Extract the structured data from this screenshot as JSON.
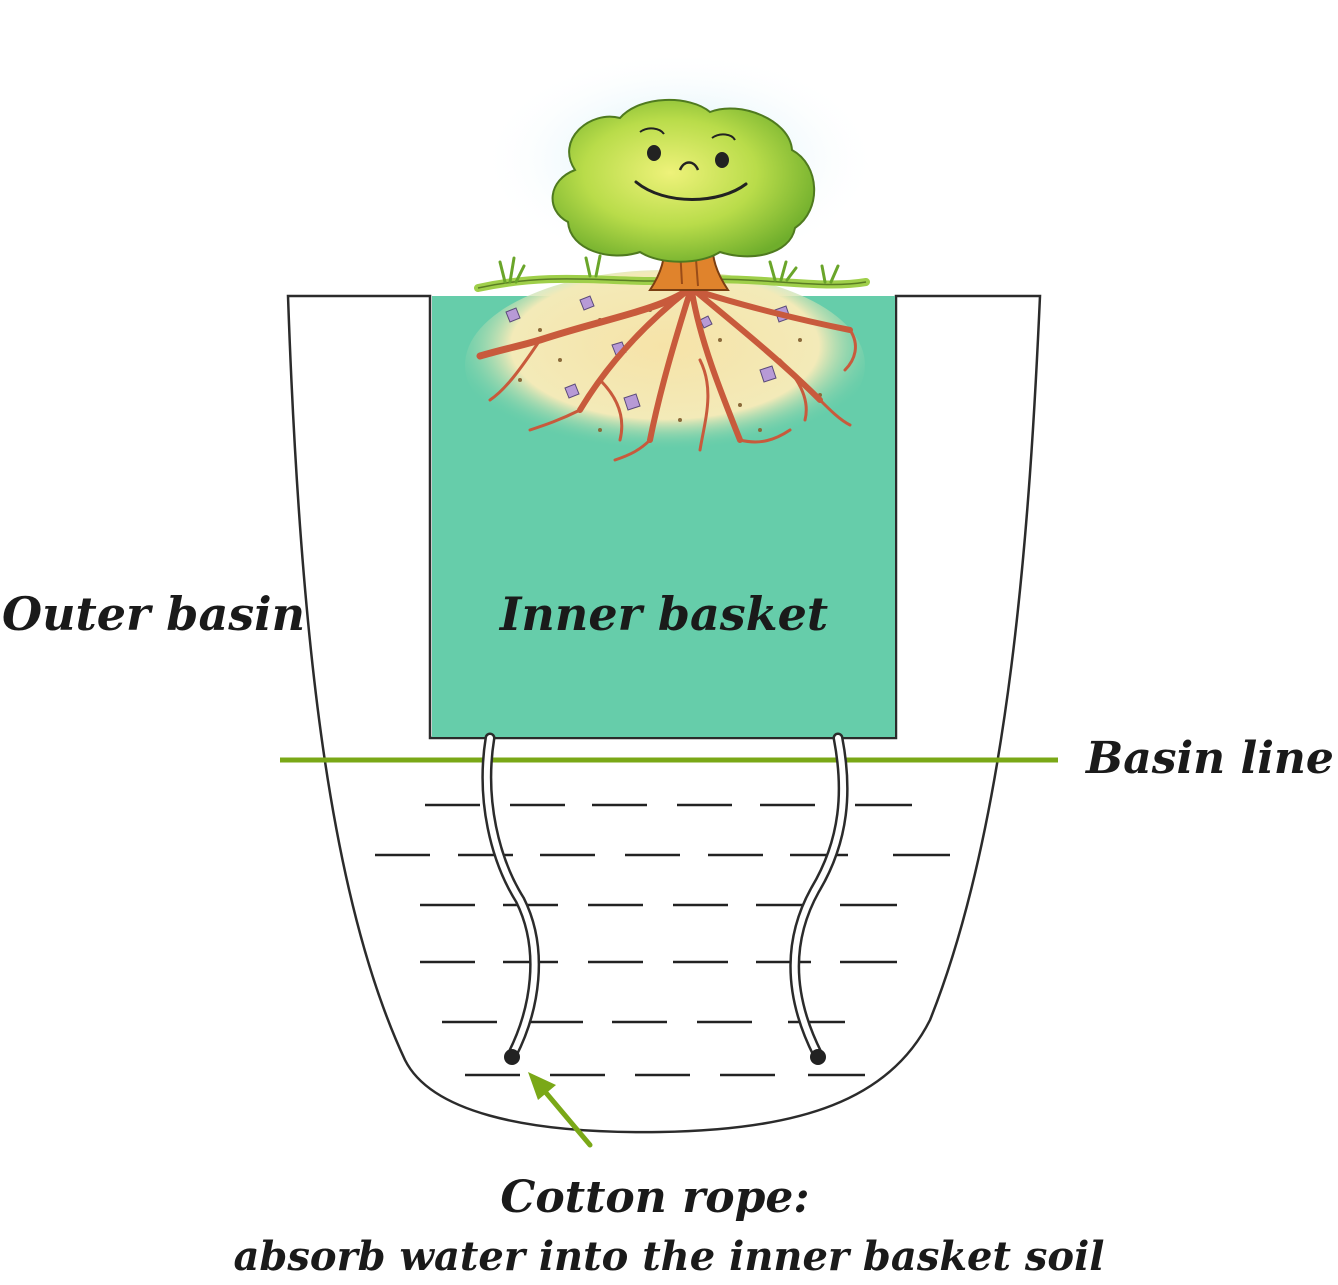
{
  "labels": {
    "outer_basin": "Outer basin",
    "inner_basket": "Inner basket",
    "basin_line": "Basin line",
    "cotton_rope_title": "Cotton rope:",
    "cotton_rope_desc": "absorb water into the inner basket soil"
  },
  "colors": {
    "inner_basket_fill": "#66cdaa",
    "basin_line": "#7aa817",
    "arrow": "#7aa817",
    "outline": "#2b2b2b",
    "soil": "#f4e2a9",
    "roots": "#c85a3c",
    "tree_foliage": "#8cc63f",
    "tree_face": "#e9ee6a",
    "trunk": "#e0832c",
    "sky_glow": "#cfeef7"
  },
  "icons": {
    "tree": "smiling-tree-icon",
    "arrow": "arrow-up-left-icon"
  }
}
